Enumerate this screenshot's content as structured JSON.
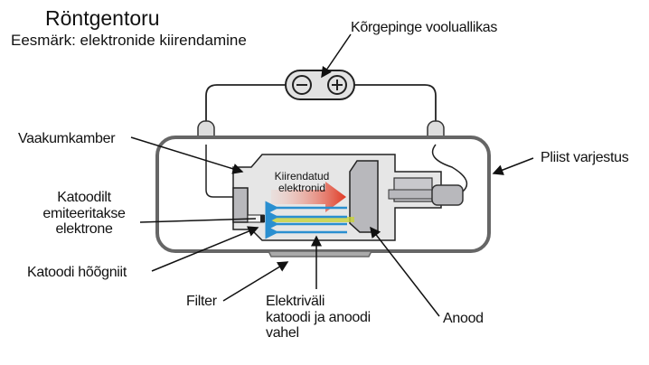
{
  "title": "Röntgentoru",
  "subtitle": "Eesmärk: elektronide kiirendamine",
  "labels": {
    "power_supply": "Kõrgepinge vooluallikas",
    "vacuum_chamber": "Vaakumkamber",
    "emitted_electrons": [
      "Katoodilt",
      "emiteeritakse",
      "elektrone"
    ],
    "lead_shielding": "Pliist varjestus",
    "cathode_filament": "Katoodi hõõgniit",
    "filter": "Filter",
    "electric_field": [
      "Elektriväli",
      "katoodi ja anoodi",
      "vahel"
    ],
    "anode": "Anood",
    "accelerated_electrons": [
      "Kiirendatud",
      "elektronid"
    ]
  },
  "symbols": {
    "minus": "⊖",
    "plus": "⊕"
  },
  "colors": {
    "outline": "#555555",
    "chamber_fill": "#e6e6e6",
    "metal_fill": "#b8b8bc",
    "field_arrows": "#2a8fd0",
    "electron_beam": "#c8d23a",
    "accel_arrow": "#e03a25"
  }
}
